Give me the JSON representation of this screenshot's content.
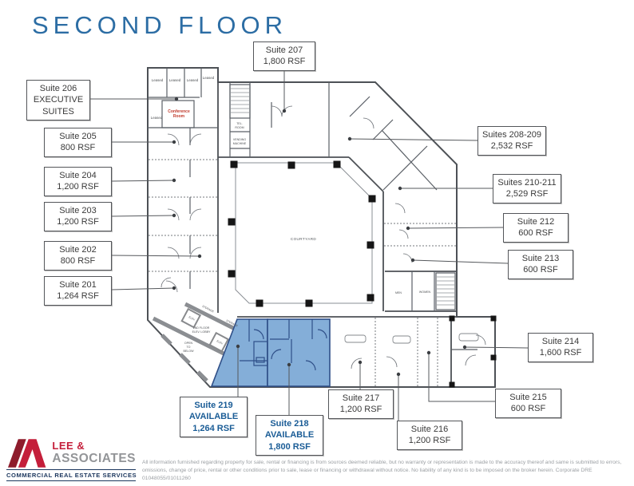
{
  "title": "SECOND FLOOR",
  "accent_color": "#2c6da4",
  "available_color": "#1a5c96",
  "highlight_fill": "#84aed8",
  "suites": {
    "s206": {
      "line1": "Suite 206",
      "line2": "EXECUTIVE",
      "line3": "SUITES"
    },
    "s205": {
      "line1": "Suite 205",
      "line2": "800 RSF"
    },
    "s204": {
      "line1": "Suite 204",
      "line2": "1,200 RSF"
    },
    "s203": {
      "line1": "Suite 203",
      "line2": "1,200 RSF"
    },
    "s202": {
      "line1": "Suite 202",
      "line2": "800 RSF"
    },
    "s201": {
      "line1": "Suite 201",
      "line2": "1,264 RSF"
    },
    "s207": {
      "line1": "Suite 207",
      "line2": "1,800 RSF"
    },
    "s208_209": {
      "line1": "Suites 208-209",
      "line2": "2,532 RSF"
    },
    "s210_211": {
      "line1": "Suites 210-211",
      "line2": "2,529 RSF"
    },
    "s212": {
      "line1": "Suite 212",
      "line2": "600 RSF"
    },
    "s213": {
      "line1": "Suite 213",
      "line2": "600 RSF"
    },
    "s214": {
      "line1": "Suite 214",
      "line2": "1,600 RSF"
    },
    "s215": {
      "line1": "Suite 215",
      "line2": "600 RSF"
    },
    "s217": {
      "line1": "Suite 217",
      "line2": "1,200 RSF"
    },
    "s216": {
      "line1": "Suite 216",
      "line2": "1,200 RSF"
    },
    "s219": {
      "line1": "Suite 219",
      "line2": "AVAILABLE",
      "line3": "1,264 RSF"
    },
    "s218": {
      "line1": "Suite 218",
      "line2": "AVAILABLE",
      "line3": "1,800 RSF"
    }
  },
  "plan": {
    "leased": "Leased",
    "conf1": "Conference",
    "conf2": "Room",
    "tel1": "TEL.",
    "tel2": "ROOM",
    "vend1": "VENDING",
    "vend2": "MACHINE",
    "courtyard": "COURTYARD",
    "men": "MEN",
    "women": "WOMEN",
    "lobby1": "2ND FLOOR",
    "lobby2": "ELEV. LOBBY",
    "open1": "OPEN",
    "open2": "TO",
    "open3": "BELOW",
    "storage": "STORAGE",
    "elev": "ELEV."
  },
  "logo": {
    "line1": "LEE &",
    "line2": "ASSOCIATES",
    "tagline": "COMMERCIAL REAL ESTATE SERVICES"
  },
  "disclaimer": "All information furnished regarding property for sale, rental or financing is from sources deemed reliable, but no warranty or representation is made to the accuracy thereof and same is submitted to errors, omissions, change of price, rental or other conditions prior to sale, lease or financing or withdrawal without notice. No liability of any kind is to be imposed on the broker herein. Corporate DRE 01048055/01011260"
}
